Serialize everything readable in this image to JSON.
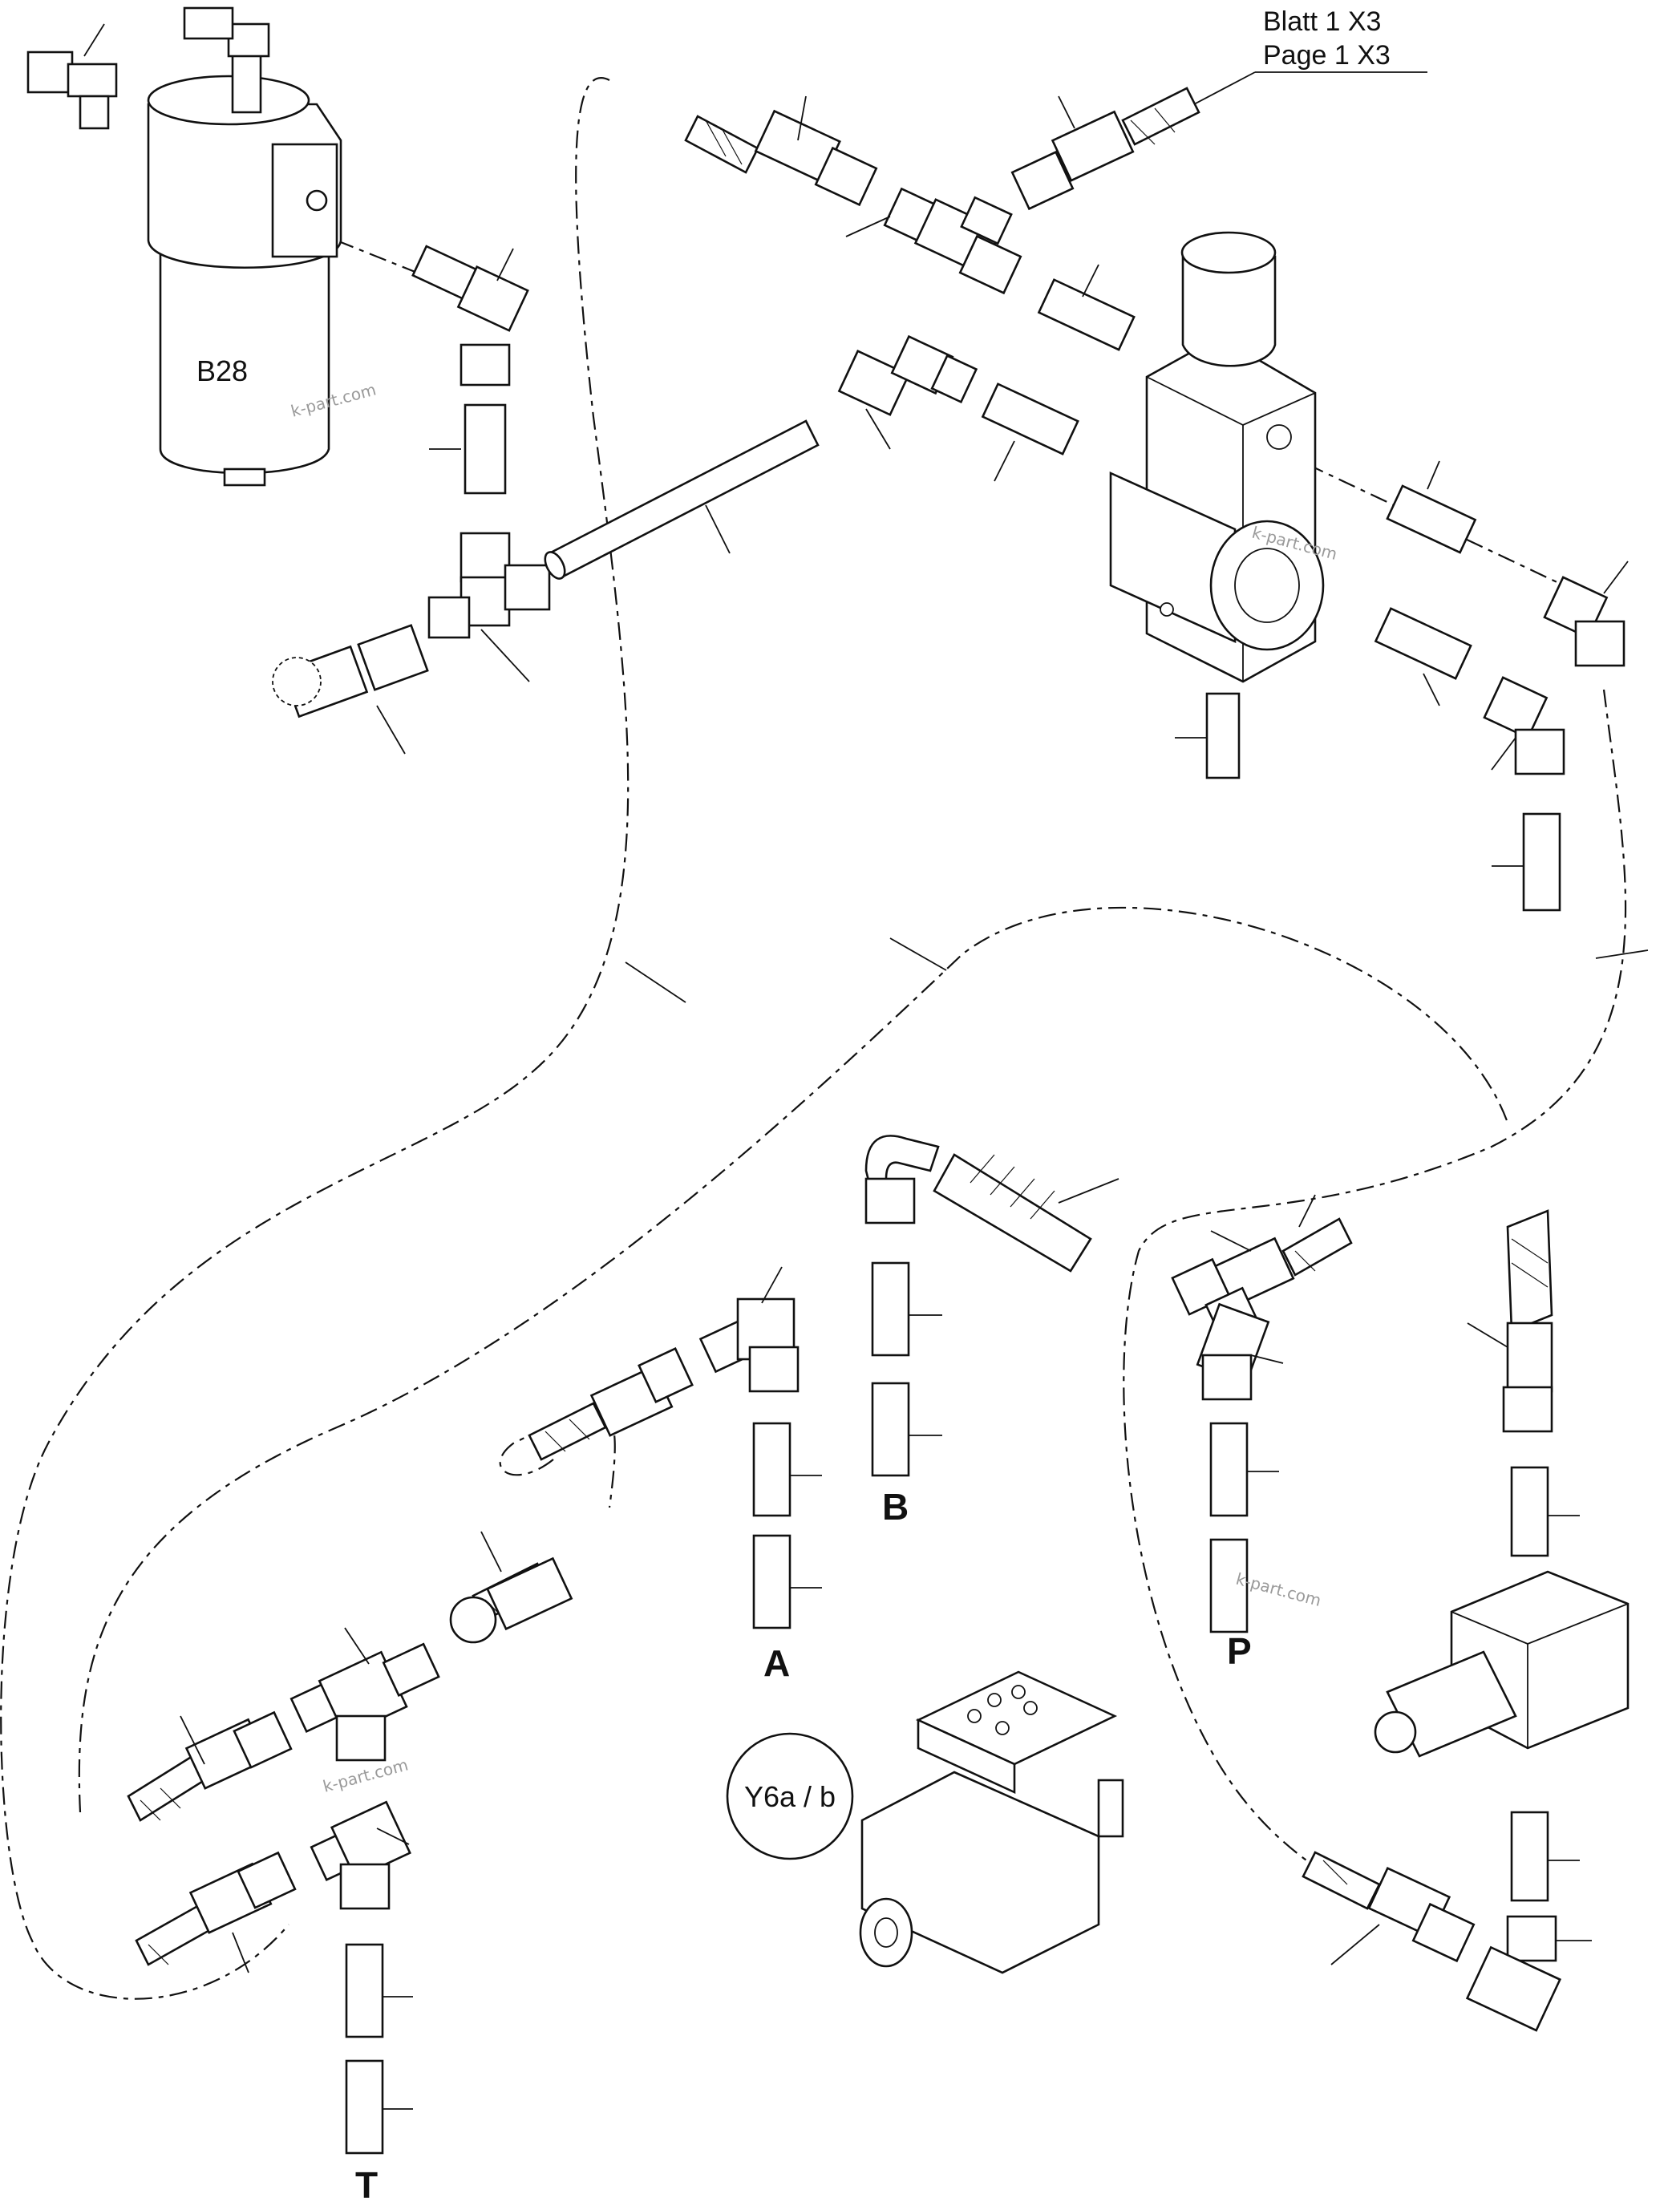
{
  "reference": {
    "line1": "Blatt 1 X3",
    "line2": "Page 1 X3"
  },
  "components": {
    "filter": "B28",
    "solenoid_valve": "Y6a / b"
  },
  "ports": {
    "a": "A",
    "b": "B",
    "p": "P",
    "t": "T"
  },
  "watermark": "k-part.com"
}
